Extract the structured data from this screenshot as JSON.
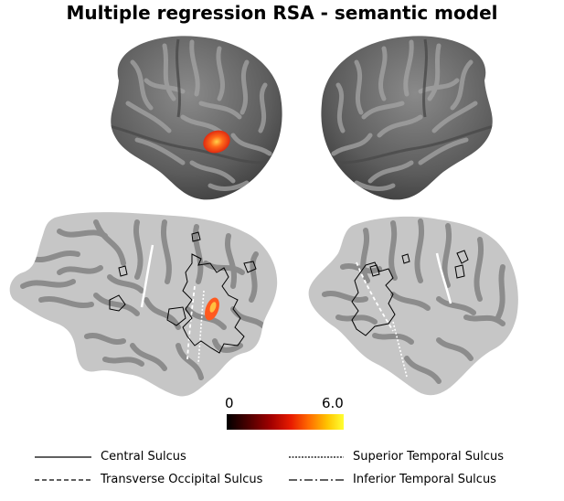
{
  "title": "Multiple regression RSA - semantic model",
  "colorbar": {
    "min_label": "0",
    "max_label": "6.0",
    "min_value": 0,
    "max_value": 6.0,
    "colors": [
      "#000000",
      "#5a0000",
      "#b30000",
      "#ff3300",
      "#ff8c00",
      "#ffd000",
      "#ffff33"
    ]
  },
  "legend": {
    "central": "Central Sulcus",
    "transverse_occipital": "Transverse Occipital Sulcus",
    "superior_temporal": "Superior Temporal Sulcus",
    "inferior_temporal": "Inferior Temporal Sulcus"
  },
  "colors": {
    "cortex_dark": "#5f5f5f",
    "cortex_light": "#9a9a9a",
    "flat_light": "#c4c4c4",
    "flat_dark": "#8f8f8f",
    "activation": "#ff4a1a"
  }
}
